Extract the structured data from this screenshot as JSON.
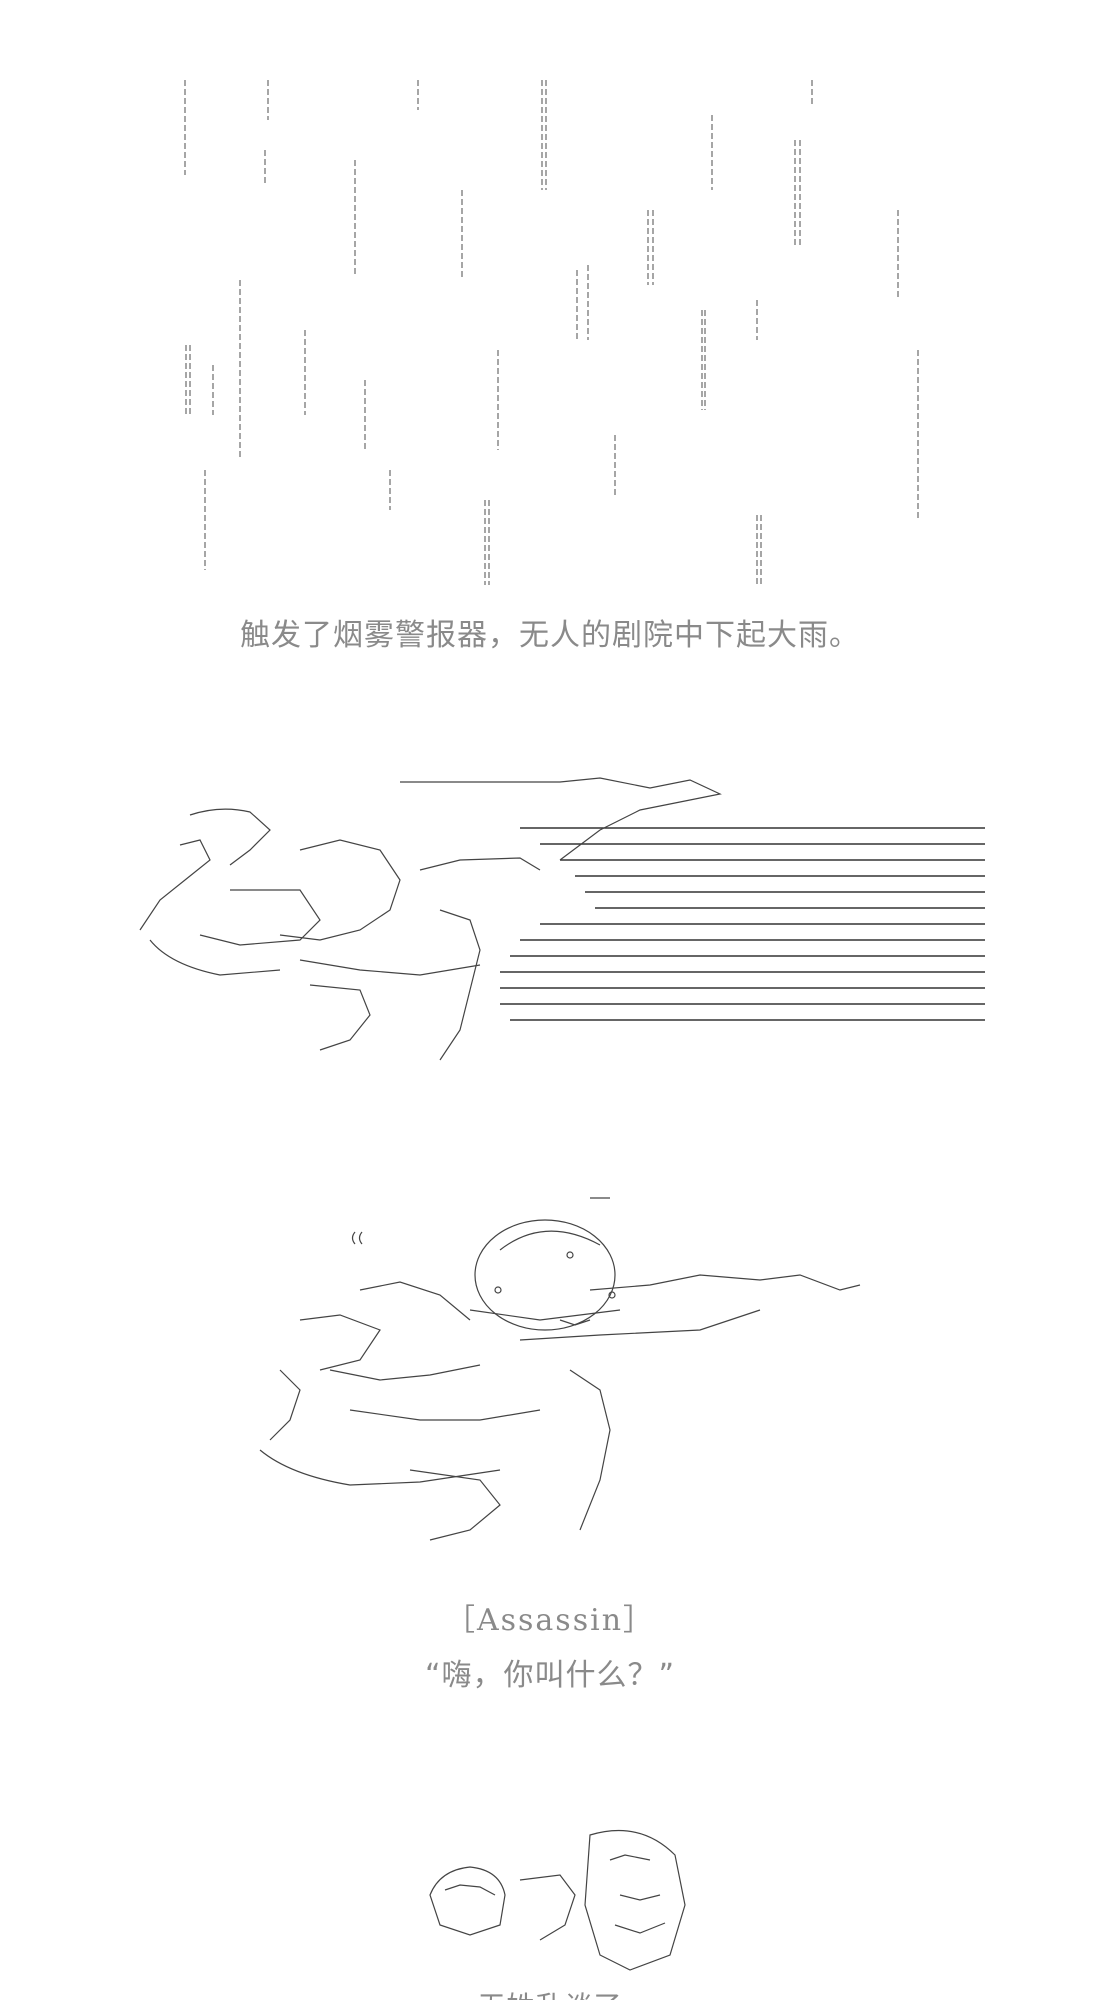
{
  "captions": {
    "rain": "触发了烟雾警报器，无人的剧院中下起大雨。",
    "speaker": "［Assassin］",
    "dialogue": "“嗨，你叫什么？”",
    "bottom_partial": "无姓乱谈了"
  },
  "colors": {
    "background": "#ffffff",
    "caption_text": "#8a8a8a",
    "ascii_art": "#555555"
  }
}
